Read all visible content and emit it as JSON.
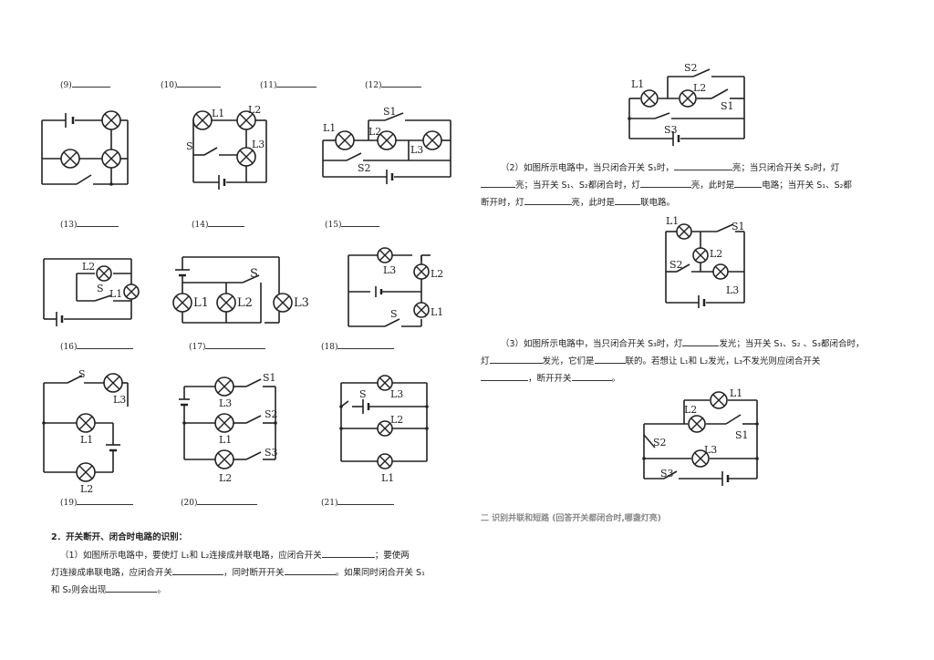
{
  "figure_labels": [
    "(9)",
    "(10)",
    "(11)",
    "(12)",
    "(13)",
    "(14)",
    "(15)",
    "(16)",
    "(17)",
    "(18)",
    "(19)",
    "(20)",
    "(21)"
  ],
  "circuit_labels": {
    "c10": [
      "L1",
      "L2",
      "L3",
      "S"
    ],
    "c11": [
      "L1",
      "L2",
      "L3",
      "S1",
      "S2"
    ],
    "c13": [
      "L2",
      "S",
      "L1"
    ],
    "c14": [
      "S",
      "L1",
      "L2",
      "L3"
    ],
    "c15": [
      "L3",
      "L2",
      "L1",
      "S"
    ],
    "c16": [
      "S",
      "L3",
      "L1",
      "L2"
    ],
    "c17": [
      "S1",
      "L3",
      "S2",
      "L1",
      "S3",
      "L2"
    ],
    "c18": [
      "L3",
      "S",
      "L2",
      "L1"
    ],
    "p1": [
      "S2",
      "L1",
      "L2",
      "S1",
      "S3"
    ],
    "p2": [
      "L1",
      "S1",
      "L2",
      "S2",
      "L3"
    ],
    "p3": [
      "L1",
      "L2",
      "S1",
      "S2",
      "L3",
      "S3"
    ]
  },
  "section2": {
    "heading": "2．开关断开、闭合时电路的识别：",
    "q1_line1": "（1）如图所示电路中，要使灯 L₁和 L₂连接成并联电路，应闭合开关",
    "q1_line1b": "；要使两",
    "q1_line2a": "灯连接成串联电路，应闭合开关",
    "q1_line2b": "，同时断开开关",
    "q1_line2c": "。如果同时闭合开关 S₁",
    "q1_line3a": "和 S₂则会出现",
    "q1_line3b": "。"
  },
  "q2": {
    "l1a": "（2）如图所示电路中，当只闭合开关 S₁时，",
    "l1b": "亮；当只闭合开关 S₂时，灯",
    "l2a": "亮；当开关 S₁、S₂都闭合时，灯",
    "l2b": "亮，此时是",
    "l2c": "电路；当开关 S₁、S₂都",
    "l3a": "断开时，灯",
    "l3b": "亮，此时是",
    "l3c": "联电路。"
  },
  "q3": {
    "l1a": "（3）如图所示电路中，当只闭合开关 S₃时，灯",
    "l1b": "发光；当开关 S₁、S₂ 、S₃都闭合时，",
    "l2a": "灯",
    "l2b": "发光，它们是",
    "l2c": "联的。若想让 L₁和 L₂发光，L₃不发光则应闭合开关",
    "l3a": "，断开开关",
    "l3b": "。"
  },
  "section_two_heading": "二 识别并联和短路 (回答开关都闭合时,哪盏灯亮)"
}
